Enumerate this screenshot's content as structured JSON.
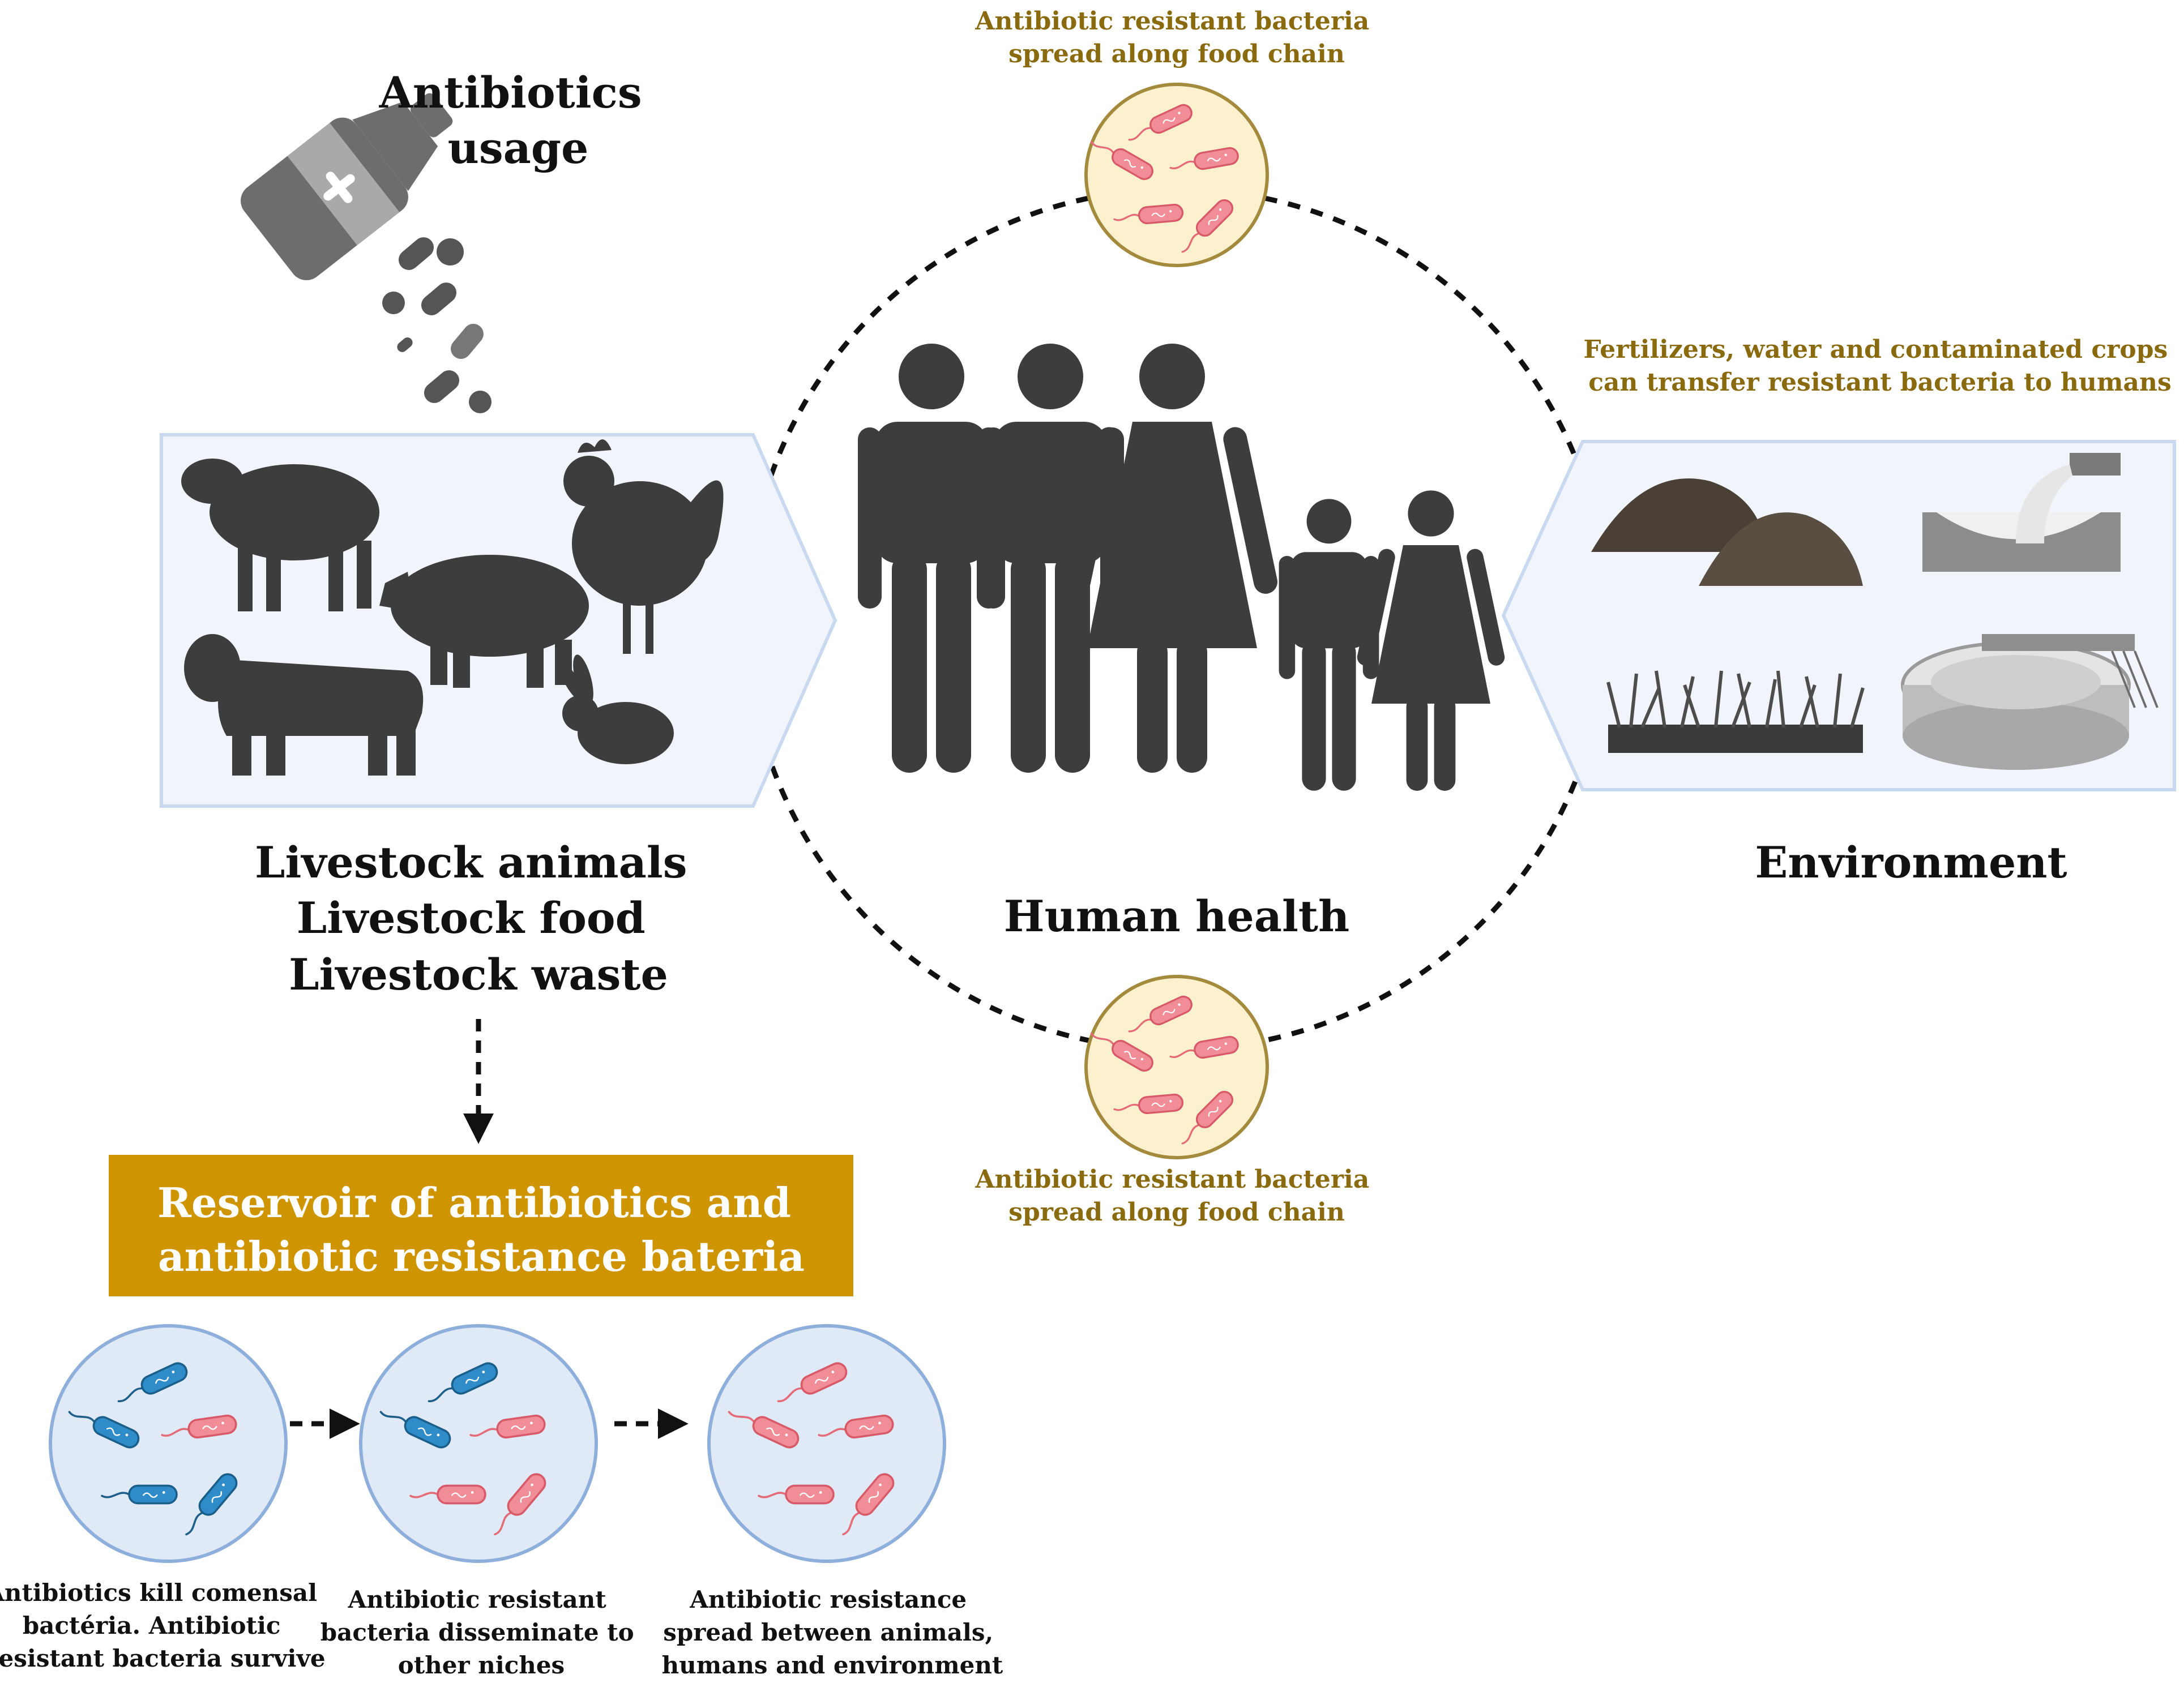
{
  "antibiotics": {
    "line1": "Antibiotics",
    "line2": "usage"
  },
  "top_bacteria": {
    "line1": "Antibiotic resistant bacteria",
    "line2": "spread along food chain"
  },
  "bottom_bacteria": {
    "line1": "Antibiotic resistant bacteria",
    "line2": "spread along food chain"
  },
  "environment_note": {
    "line1": "Fertilizers, water and contaminated crops",
    "line2": "can transfer resistant bacteria to humans"
  },
  "livestock": {
    "line1": "Livestock animals",
    "line2": "Livestock food",
    "line3": "Livestock waste"
  },
  "human_health": "Human health",
  "environment": "Environment",
  "reservoir": {
    "line1": "Reservoir of antibiotics and",
    "line2": "antibiotic resistance bateria"
  },
  "stages": [
    {
      "line1": "Antibiotics kill comensal",
      "line2": "bactéria. Antibiotic",
      "line3": "resistant bacteria survive"
    },
    {
      "line1": "Antibiotic resistant",
      "line2": "bacteria disseminate to",
      "line3": "other niches"
    },
    {
      "line1": "Antibiotic resistance",
      "line2": "spread between animals,",
      "line3": "humans and environment"
    }
  ],
  "colors": {
    "gold": "#8a6a0e",
    "banner": "#cf9500",
    "silhouette": "#3d3d3d",
    "petri_fill": "#dfeaf6",
    "petri_stroke": "#8eaedb",
    "resistant_bacteria": "#f08d96",
    "commensal_bacteria": "#2f8cc8",
    "food_circle_fill": "#fcf1cf",
    "food_circle_stroke": "#a38a3c"
  }
}
